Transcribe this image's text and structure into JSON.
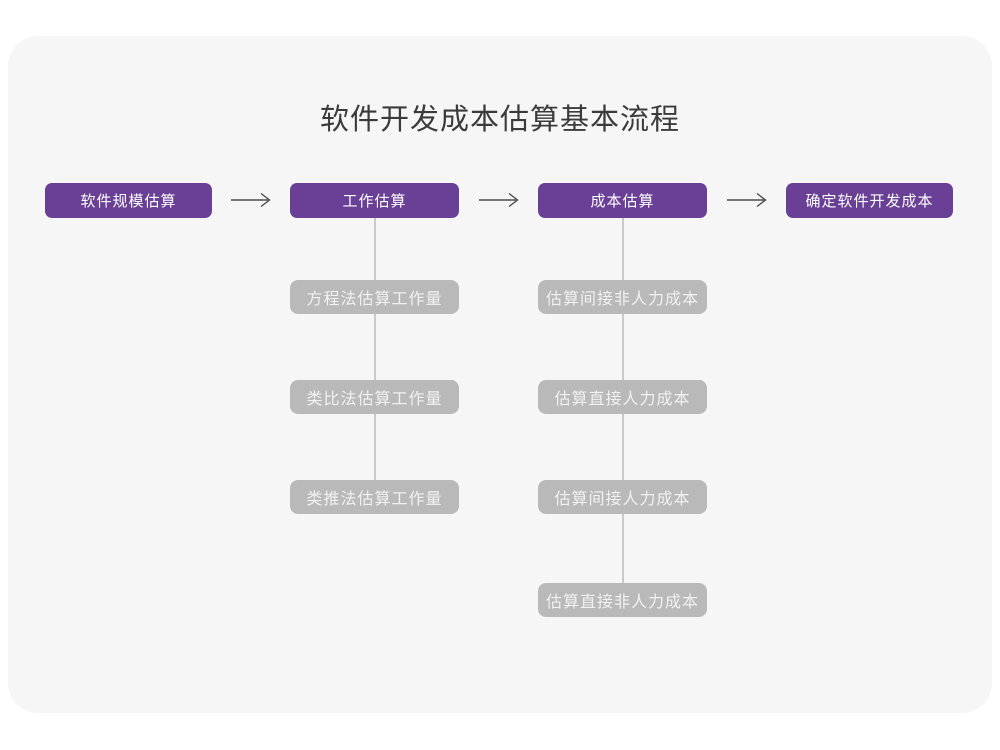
{
  "title": "软件开发成本估算基本流程",
  "colors": {
    "accent_purple": "#6A4096",
    "substep_gray": "#B9B9B9",
    "card_background": "#F6F6F7",
    "arrow": "#4C4C4C",
    "connector_line": "#C9C9C9",
    "title_text": "#3B3B3B"
  },
  "flow": {
    "steps": [
      {
        "label": "软件规模估算"
      },
      {
        "label": "工作估算",
        "substeps": [
          "方程法估算工作量",
          "类比法估算工作量",
          "类推法估算工作量"
        ]
      },
      {
        "label": "成本估算",
        "substeps": [
          "估算间接非人力成本",
          "估算直接人力成本",
          "估算间接人力成本",
          "估算直接非人力成本"
        ]
      },
      {
        "label": "确定软件开发成本"
      }
    ]
  }
}
